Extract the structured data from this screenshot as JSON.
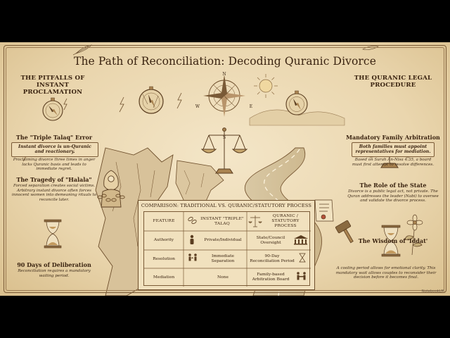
{
  "title": "The Path of Reconciliation: Decoding Quranic Divorce",
  "left": {
    "heading": "THE PITFALLS OF INSTANT PROCLAMATION",
    "sections": [
      {
        "heading": "The \"Triple Talaq\" Error",
        "banner": "Instant divorce is un-Quranic and reactionary.",
        "note": "Proclaiming divorce three times in anger lacks Quranic basis and leads to immediate regret."
      },
      {
        "heading": "The Tragedy of \"Halala\"",
        "note": "Forced separation creates social victims. Arbitrary instant divorce often forces innocent women into demeaning rituals to reconcile later."
      },
      {
        "heading": "90 Days of Deliberation",
        "note": "Reconciliation requires a mandatory waiting period."
      }
    ]
  },
  "right": {
    "heading": "THE QURANIC LEGAL PROCEDURE",
    "sections": [
      {
        "heading": "Mandatory Family Arbitration",
        "banner": "Both families must appoint representatives for mediation.",
        "note": "Based on Surah An-Nisa 4:35, a board must first attempt to resolve differences."
      },
      {
        "heading": "The Role of the State",
        "note": "Divorce is a public legal act, not private. The Quran addresses the leader (Nabi) to oversee and validate the divorce process."
      },
      {
        "heading": "The Wisdom of 'Iddat'",
        "note": "A cooling period allows for emotional clarity. This mandatory wait allows couples to reconsider their decision before it becomes final."
      }
    ]
  },
  "compass": {
    "n": "N",
    "e": "E",
    "s": "S",
    "w": "W"
  },
  "comparison": {
    "title": "COMPARISON: TRADITIONAL VS. QURANIC/STATUTORY PROCESS",
    "headers": [
      "FEATURE",
      "INSTANT \"TRIPLE\" TALAQ",
      "QURANIC / STATUTORY PROCESS"
    ],
    "rows": [
      {
        "feature": "Authority",
        "instant": "Private/Individual",
        "quranic": "State/Council Oversight"
      },
      {
        "feature": "Resolution",
        "instant": "Immediate Separation",
        "quranic": "90-Day Reconciliation Period"
      },
      {
        "feature": "Mediation",
        "instant": "None",
        "quranic": "Family-based Arbitration Board"
      }
    ]
  },
  "watermark": "NotebookLM",
  "icons": [
    "compass-icon",
    "compass-rose-icon",
    "scales-icon",
    "hourglass-icon",
    "gavel-icon",
    "scroll-icon",
    "chained-woman-icon",
    "handshake-icon",
    "sun-icon",
    "flower-icon",
    "feather-icon",
    "lightning-icon",
    "person-icon",
    "council-icon",
    "arrows-icon",
    "chain-icon"
  ]
}
